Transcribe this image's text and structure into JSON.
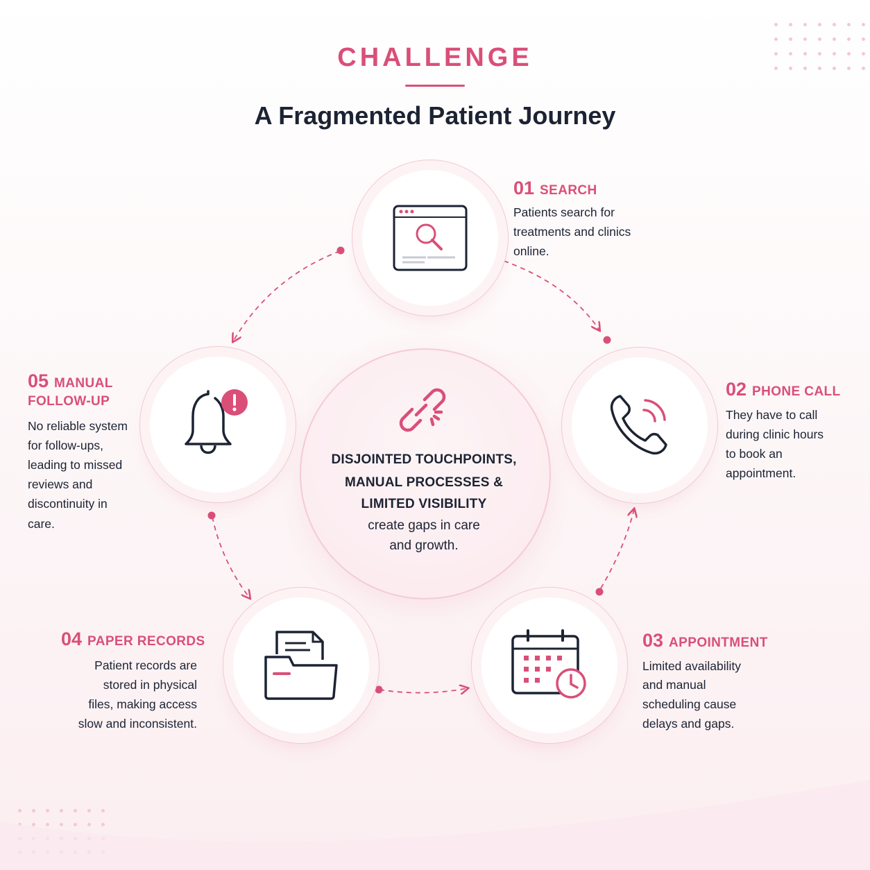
{
  "header": {
    "eyebrow": "CHALLENGE",
    "title": "A Fragmented Patient Journey"
  },
  "center": {
    "icon": "broken-link-icon",
    "bold_lines": [
      "DISJOINTED TOUCHPOINTS,",
      "MANUAL PROCESSES &",
      "LIMITED VISIBILITY"
    ],
    "text_lines": [
      "create gaps in care",
      "and growth."
    ]
  },
  "steps": [
    {
      "num": "01",
      "title": "SEARCH",
      "icon": "browser-search-icon",
      "lines": [
        "Patients search for",
        "treatments and clinics",
        "online."
      ]
    },
    {
      "num": "02",
      "title": "PHONE CALL",
      "icon": "phone-call-icon",
      "lines": [
        "They have to call",
        "during clinic hours",
        "to book an",
        "appointment."
      ]
    },
    {
      "num": "03",
      "title": "APPOINTMENT",
      "icon": "calendar-clock-icon",
      "lines": [
        "Limited availability",
        "and manual",
        "scheduling cause",
        "delays and gaps."
      ]
    },
    {
      "num": "04",
      "title": "PAPER RECORDS",
      "icon": "folder-document-icon",
      "lines": [
        "Patient records are",
        "stored in physical",
        "files, making access",
        "slow and inconsistent."
      ]
    },
    {
      "num": "05",
      "title_lines": [
        "MANUAL",
        "FOLLOW-UP"
      ],
      "icon": "bell-alert-icon",
      "lines": [
        "No reliable system",
        "for follow-ups,",
        "leading to missed",
        "reviews and",
        "discontinuity in",
        "care."
      ]
    }
  ],
  "colors": {
    "accent": "#d94f78",
    "ink": "#1c2333",
    "soft": "#f2c9d3"
  }
}
